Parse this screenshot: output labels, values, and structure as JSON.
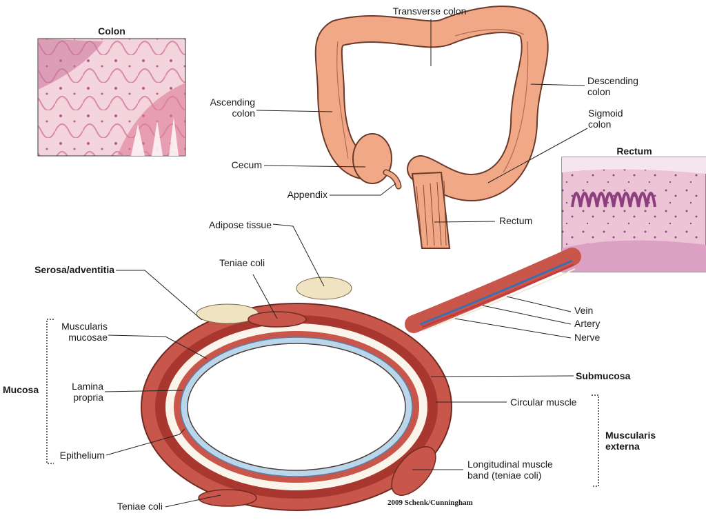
{
  "photos": {
    "colon_title": "Colon",
    "rectum_title": "Rectum"
  },
  "colon_labels": {
    "transverse": "Transverse colon",
    "descending": "Descending\ncolon",
    "ascending": "Ascending\ncolon",
    "sigmoid": "Sigmoid\ncolon",
    "cecum": "Cecum",
    "appendix": "Appendix",
    "rectum": "Rectum"
  },
  "section_labels": {
    "adipose": "Adipose tissue",
    "serosa": "Serosa/adventitia",
    "teniae_top": "Teniae coli",
    "muscularis_mucosae": "Muscularis\nmucosae",
    "lamina_propria": "Lamina\npropria",
    "epithelium": "Epithelium",
    "mucosa": "Mucosa",
    "teniae_bottom": "Teniae coli",
    "vein": "Vein",
    "artery": "Artery",
    "nerve": "Nerve",
    "submucosa": "Submucosa",
    "circular_muscle": "Circular muscle",
    "muscularis_externa": "Muscularis\nexterna",
    "longitudinal": "Longitudinal muscle\nband (teniae coli)"
  },
  "credit": "2009 Schenk/Cunningham",
  "colors": {
    "colon_fill": "#f0a887",
    "colon_stroke": "#6b3a2a",
    "muscle": "#c9564a",
    "muscle_dark": "#a8382f",
    "submucosa": "#fbf4ea",
    "mucosa_blue": "#b9d6ea",
    "adipose": "#efe3c2",
    "vein": "#3b6fb0",
    "artery": "#c43c3c",
    "histo_pink": "#e8a3b8"
  }
}
